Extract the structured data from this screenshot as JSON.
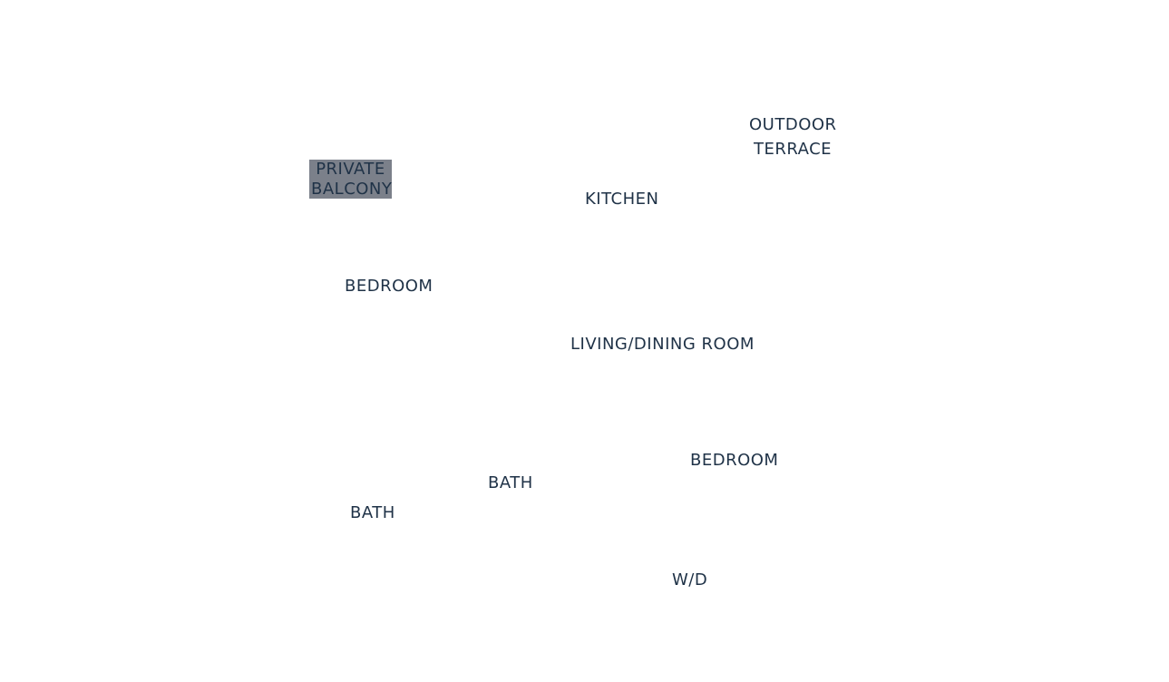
{
  "floorplan": {
    "highlight_color": "#7b808a",
    "text_color": "#1f3247",
    "rooms": {
      "outdoor_terrace": {
        "line1": "OUTDOOR",
        "line2": "TERRACE"
      },
      "private_balcony": {
        "line1": "PRIVATE",
        "line2": "BALCONY",
        "highlighted": true
      },
      "kitchen": {
        "label": "KITCHEN"
      },
      "bedroom_1": {
        "label": "BEDROOM"
      },
      "living_dining": {
        "label": "LIVING/DINING ROOM"
      },
      "bedroom_2": {
        "label": "BEDROOM"
      },
      "bath_1": {
        "label": "BATH"
      },
      "bath_2": {
        "label": "BATH"
      },
      "washer_dryer": {
        "label": "W/D"
      }
    }
  }
}
